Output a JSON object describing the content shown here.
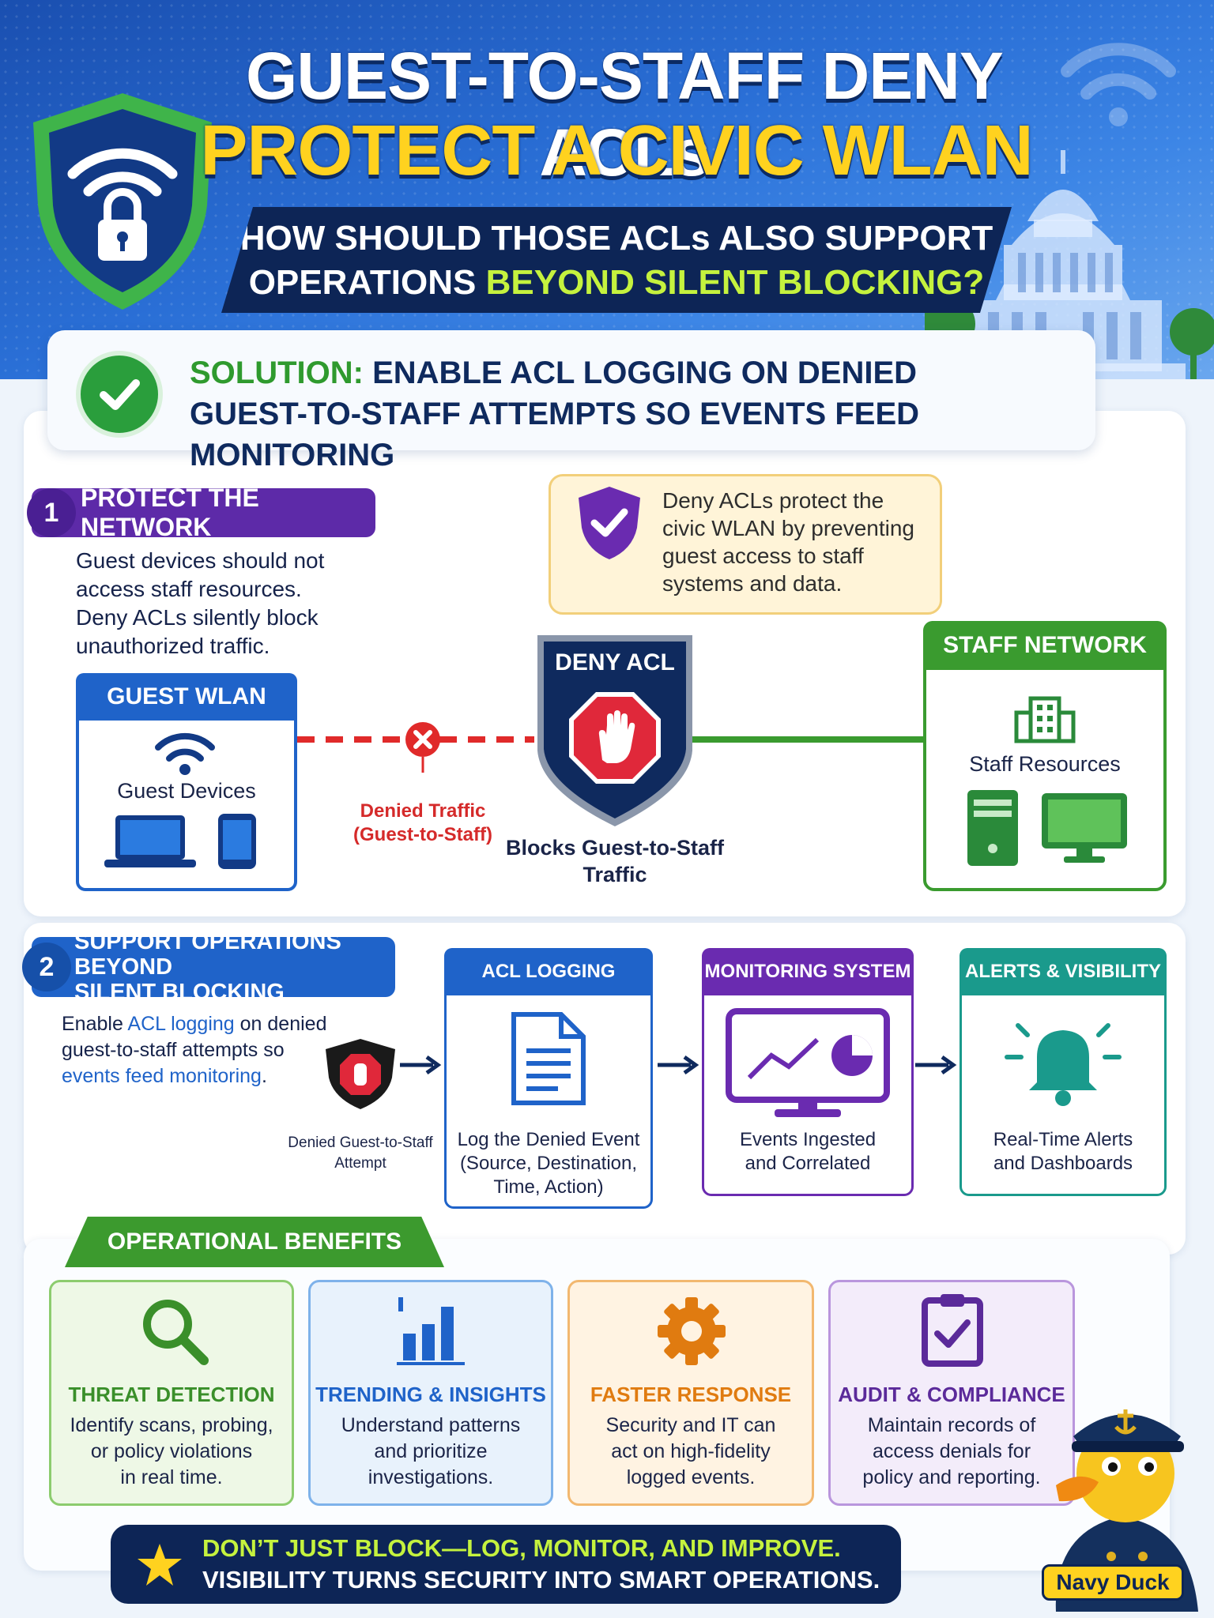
{
  "header": {
    "title_line1": "GUEST-TO-STAFF DENY ACLs",
    "title_line2": "PROTECT A CIVIC WLAN",
    "question_line1": "HOW SHOULD THOSE ACLs ALSO SUPPORT",
    "question_line2_prefix": "OPERATIONS ",
    "question_line2_highlight": "BEYOND SILENT BLOCKING?"
  },
  "solution": {
    "label": "SOLUTION:",
    "line1_rest": " ENABLE ACL LOGGING ON DENIED",
    "line2": "GUEST-TO-STAFF ATTEMPTS SO EVENTS FEED MONITORING"
  },
  "section1": {
    "number": "1",
    "title": "PROTECT THE NETWORK",
    "body": [
      "Guest devices should not",
      "access staff resources.",
      "Deny ACLs silently block",
      "unauthorized traffic."
    ],
    "note": [
      "Deny ACLs protect the",
      "civic WLAN by preventing",
      "guest access to staff",
      "systems and data."
    ],
    "guest_box_title": "GUEST WLAN",
    "guest_devices_label": "Guest Devices",
    "denied_label_line1": "Denied Traffic",
    "denied_label_line2": "(Guest-to-Staff)",
    "deny_acl_title": "DENY ACL",
    "deny_acl_caption_line1": "Blocks Guest-to-Staff",
    "deny_acl_caption_line2": "Traffic",
    "staff_box_title": "STAFF NETWORK",
    "staff_resources_label": "Staff Resources"
  },
  "section2": {
    "number": "2",
    "title_line1": "SUPPORT OPERATIONS BEYOND",
    "title_line2": "SILENT BLOCKING",
    "body_p1": "Enable ",
    "body_hl1": "ACL logging",
    "body_p2": " on denied",
    "body_line2": "guest-to-staff attempts so",
    "body_hl2": "events feed monitoring",
    "body_p3": ".",
    "attempt_label_line1": "Denied Guest-to-Staff",
    "attempt_label_line2": "Attempt",
    "cards": [
      {
        "title": "ACL LOGGING ENABLED",
        "lines": [
          "Log the Denied Event",
          "(Source, Destination,",
          "Time, Action)"
        ],
        "color": "#1f63c9"
      },
      {
        "title": "MONITORING SYSTEM",
        "lines": [
          "Events Ingested",
          "and Correlated"
        ],
        "color": "#6a2bb0"
      },
      {
        "title": "ALERTS & VISIBILITY",
        "lines": [
          "Real-Time Alerts",
          "and Dashboards"
        ],
        "color": "#1a9a8c"
      }
    ]
  },
  "benefits": {
    "heading": "OPERATIONAL BENEFITS",
    "items": [
      {
        "title": "THREAT DETECTION",
        "lines": [
          "Identify scans, probing,",
          "or policy violations",
          "in real time."
        ],
        "color": "#3a8f2a"
      },
      {
        "title": "TRENDING & INSIGHTS",
        "lines": [
          "Understand patterns",
          "and prioritize",
          "investigations."
        ],
        "color": "#1f63c9"
      },
      {
        "title": "FASTER RESPONSE",
        "lines": [
          "Security and IT can",
          "act on high-fidelity",
          "logged events."
        ],
        "color": "#e07b10"
      },
      {
        "title": "AUDIT & COMPLIANCE",
        "lines": [
          "Maintain records of",
          "access denials for",
          "policy and reporting."
        ],
        "color": "#5b2a9a"
      }
    ]
  },
  "footer": {
    "line1": "DON’T JUST BLOCK—LOG, MONITOR, AND IMPROVE.",
    "line2": "VISIBILITY TURNS SECURITY INTO SMART OPERATIONS."
  },
  "mascot": {
    "name": "Navy Duck"
  },
  "colors": {
    "navy": "#0d2556",
    "green": "#3a9b2f",
    "blue": "#1f63c9",
    "purple": "#6a2bb0",
    "teal": "#1a9a8c",
    "orange": "#e07b10",
    "red": "#d52a2a",
    "yellow": "#ffd21f"
  }
}
